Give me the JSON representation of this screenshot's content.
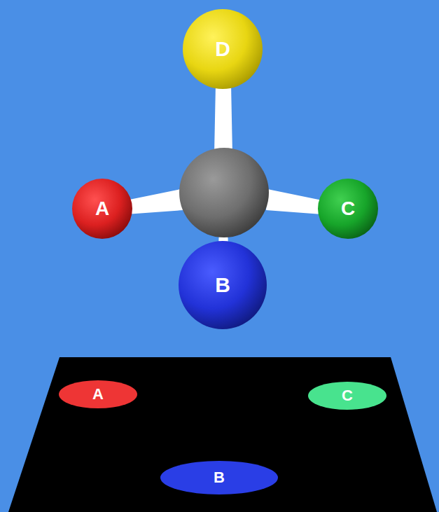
{
  "diagram": {
    "nodes": [
      {
        "text": [
          "D"
        ]
      },
      {
        "text": [
          "A"
        ]
      },
      {
        "text": [
          "C"
        ]
      },
      {
        "text": [
          "B"
        ]
      },
      {
        "text": [
          "A"
        ]
      },
      {
        "text": [
          "C"
        ]
      },
      {
        "text": [
          "B"
        ]
      }
    ]
  }
}
